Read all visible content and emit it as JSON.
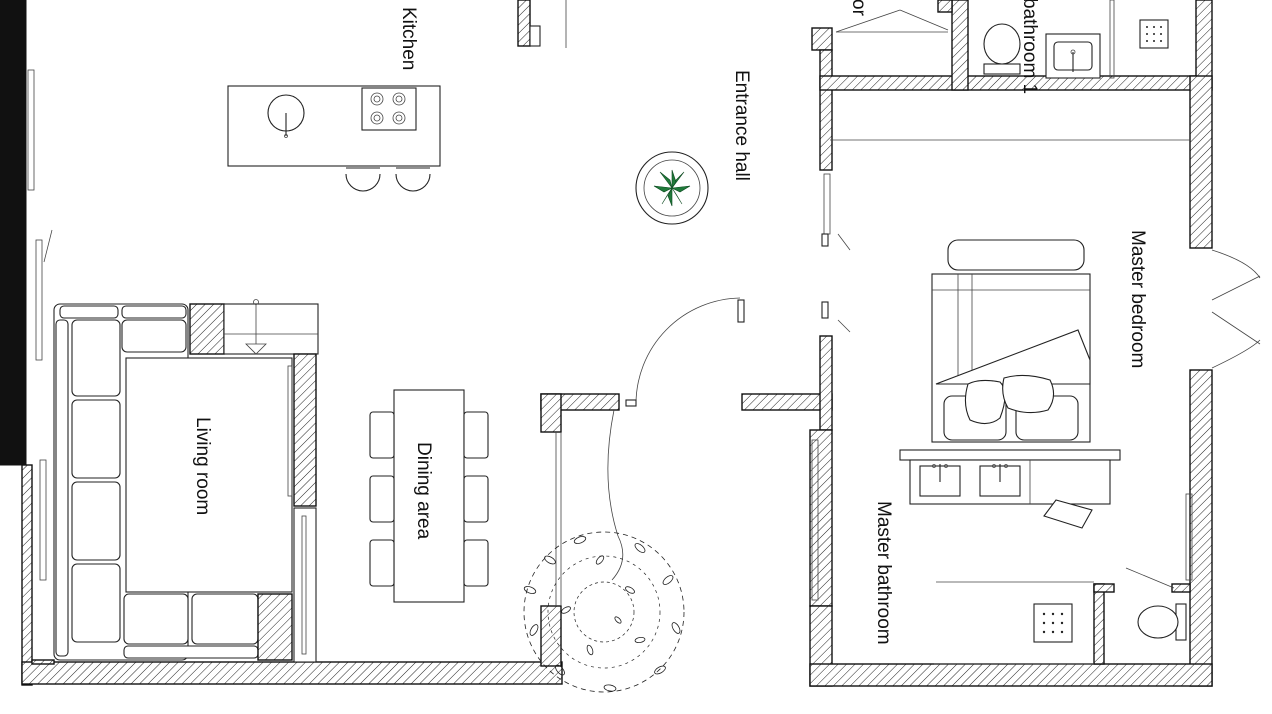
{
  "rooms": {
    "kitchen": "Kitchen",
    "bathroom_partial": "bathroom 1",
    "corridor_partial": "or",
    "entrance_hall": "Entrance hall",
    "master_bedroom": "Master bedroom",
    "living_room": "Living room",
    "dining_area": "Dining area",
    "master_bathroom": "Master bathroom"
  },
  "icons": [
    "sink-icon",
    "cooktop-icon",
    "toilet-icon",
    "plant-icon",
    "tree-icon",
    "bed-icon",
    "sofa-icon",
    "shower-icon"
  ],
  "colors": {
    "line": "#111111",
    "plant": "#1f7a3a",
    "background": "#ffffff"
  }
}
